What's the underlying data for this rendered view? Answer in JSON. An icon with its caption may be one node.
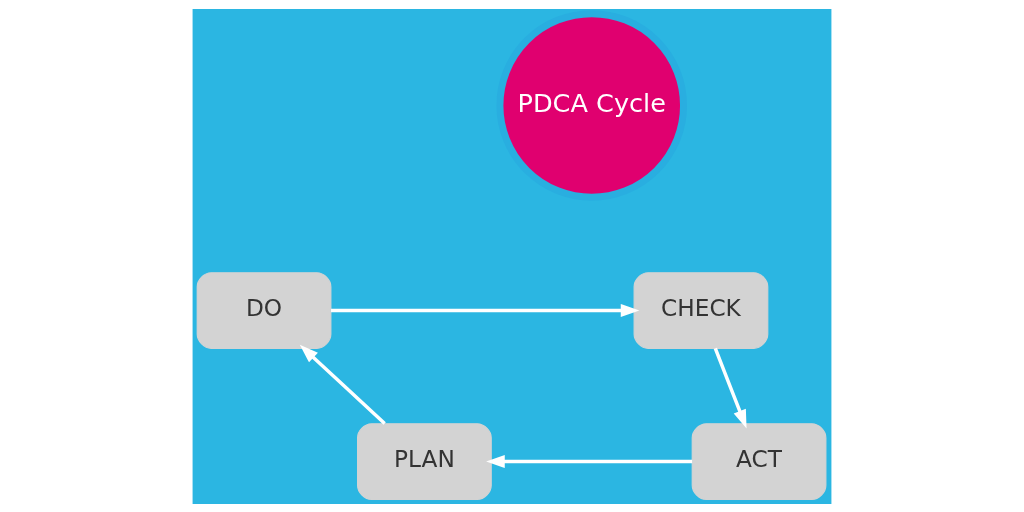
{
  "diagram": {
    "nodes": [
      {
        "text": [
          "PDCA Cycle"
        ]
      },
      {
        "text": [
          "PLAN"
        ]
      },
      {
        "text": [
          "DO"
        ]
      },
      {
        "text": [
          "CHECK"
        ]
      },
      {
        "text": [
          "ACT"
        ]
      }
    ],
    "edges": [
      {
        "from": 1,
        "to": 2,
        "arrow": "to"
      },
      {
        "from": 2,
        "to": 3,
        "arrow": "to"
      },
      {
        "from": 3,
        "to": 4,
        "arrow": "to"
      },
      {
        "from": 4,
        "to": 1,
        "arrow": "to"
      }
    ]
  }
}
